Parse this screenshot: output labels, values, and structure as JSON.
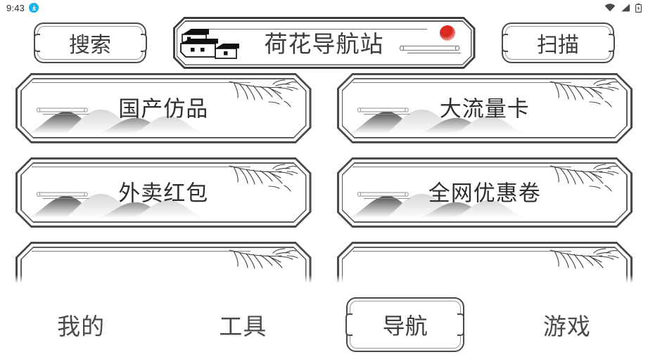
{
  "status_bar": {
    "time": "9:43",
    "download_icon": "download-icon",
    "wifi_icon": "wifi-icon",
    "signal_icon": "signal-icon",
    "battery_icon": "battery-icon",
    "accent_color": "#14b4e8"
  },
  "top_bar": {
    "search_label": "搜索",
    "scan_label": "扫描",
    "app_title": "荷花导航站",
    "decorations": {
      "houses_icon": "chinese-houses-icon",
      "sun_icon": "red-sun-icon",
      "scroll_icon": "scroll-rod-icon"
    },
    "sun_color": "#d6251d"
  },
  "cards": [
    {
      "label": "国产仿品"
    },
    {
      "label": "大流量卡"
    },
    {
      "label": "外卖红包"
    },
    {
      "label": "全网优惠卷"
    },
    {
      "label": ""
    },
    {
      "label": ""
    }
  ],
  "nav": {
    "items": [
      {
        "label": "我的",
        "active": false
      },
      {
        "label": "工具",
        "active": false
      },
      {
        "label": "导航",
        "active": true
      },
      {
        "label": "游戏",
        "active": false
      }
    ]
  },
  "colors": {
    "background": "#ffffff",
    "border_dark": "#4a4a4a",
    "border_light": "#9a9a9a",
    "text": "#3b3b3b"
  }
}
